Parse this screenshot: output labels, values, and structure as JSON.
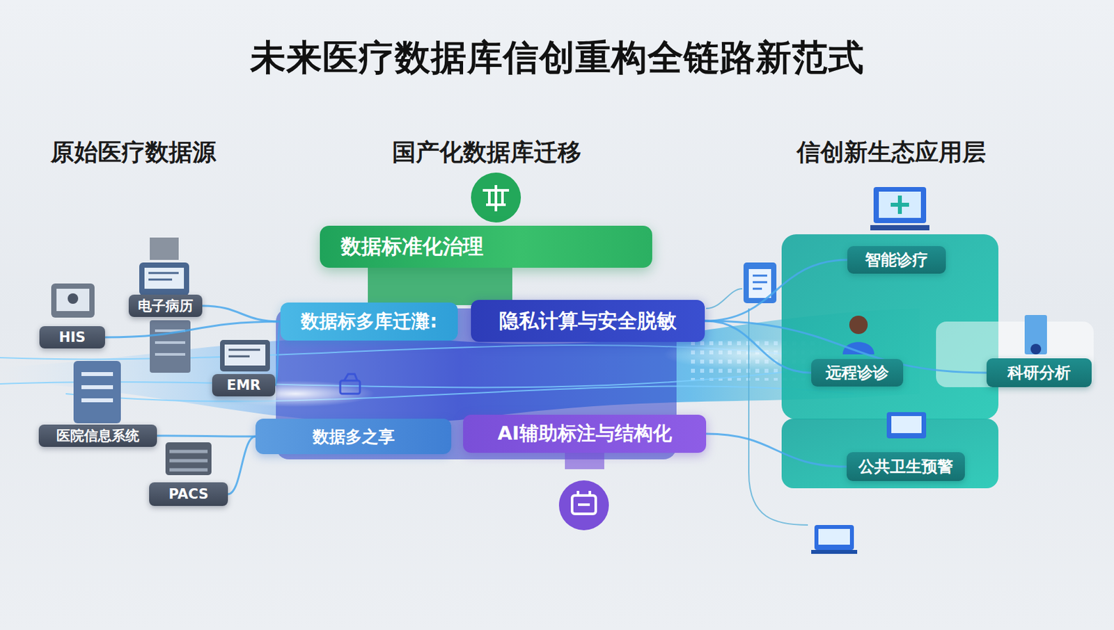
{
  "diagram": {
    "title": "未来医疗数据库信创重构全链路新范式",
    "nodes": [
      {
        "text": [
          "HIS"
        ]
      },
      {
        "text": [
          "电子病历"
        ]
      },
      {
        "text": [
          "EMR"
        ]
      },
      {
        "text": [
          "医院信息系统"
        ]
      },
      {
        "text": [
          "PACS"
        ]
      },
      {
        "text": [
          "数据标准化治理"
        ]
      },
      {
        "text": [
          "数据标多库迁灘:"
        ]
      },
      {
        "text": [
          "隐私计算与安全脱敏"
        ]
      },
      {
        "text": [
          "数据多之享"
        ]
      },
      {
        "text": [
          "AI辅助标注与结构化"
        ]
      },
      {
        "text": [
          "智能诊疗"
        ]
      },
      {
        "text": [
          "远程诊诊"
        ]
      },
      {
        "text": [
          "科研分析"
        ]
      },
      {
        "text": [
          "公共卫生预警"
        ]
      }
    ],
    "edges": [
      {
        "from": 0,
        "to": 6,
        "arrow": "none"
      },
      {
        "from": 1,
        "to": 6,
        "arrow": "none"
      },
      {
        "from": 2,
        "to": 6,
        "arrow": "none"
      },
      {
        "from": 3,
        "to": 8,
        "arrow": "none"
      },
      {
        "from": 4,
        "to": 8,
        "arrow": "none"
      },
      {
        "from": 7,
        "to": 10,
        "arrow": "none"
      },
      {
        "from": 7,
        "to": 11,
        "arrow": "none"
      },
      {
        "from": 7,
        "to": 12,
        "arrow": "none"
      },
      {
        "from": 9,
        "to": 13,
        "arrow": "none"
      }
    ],
    "labels": [
      "原始医疗数据源",
      "国产化数据库迁移",
      "信创新生态应用层"
    ]
  }
}
